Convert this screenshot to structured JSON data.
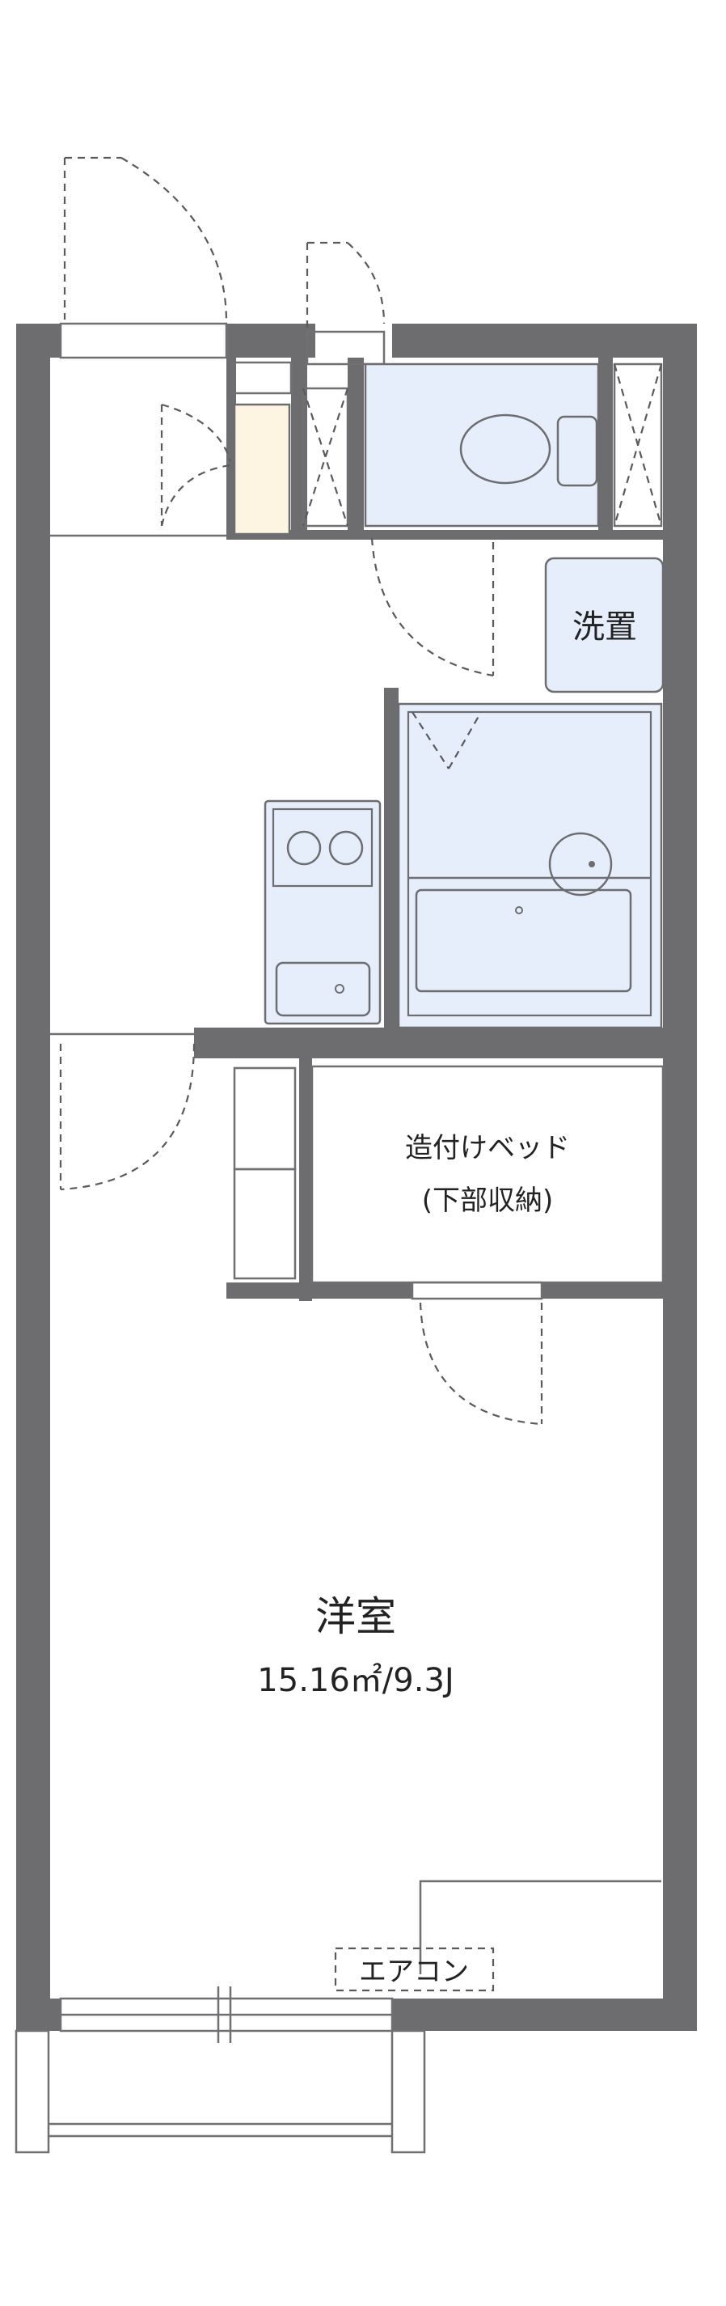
{
  "rooms": {
    "western_room": {
      "name": "洋室",
      "area": "15.16㎡/9.3J"
    },
    "built_in_bed": {
      "line1": "造付けベッド",
      "line2": "(下部収納)"
    },
    "laundry": {
      "label": "洗置"
    },
    "aircon": {
      "label": "エアコン"
    }
  },
  "colors": {
    "wall": "#6d6d70",
    "fixture_fill": "#e6eefb",
    "shoe_cabinet": "#fdf4e2"
  }
}
